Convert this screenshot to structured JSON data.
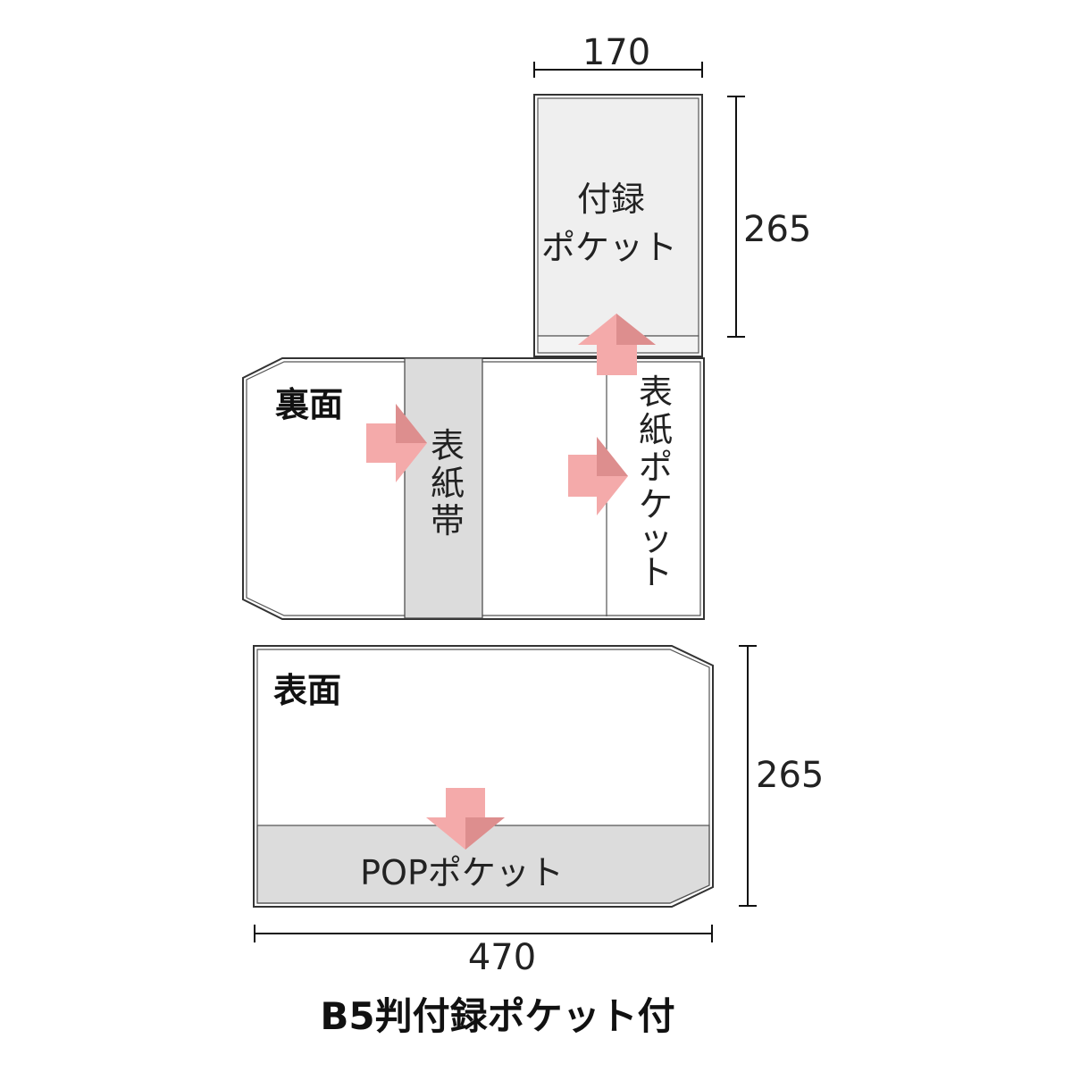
{
  "dimensions": {
    "pocket_width": "170",
    "pocket_height": "265",
    "cover_height": "265",
    "cover_width": "470"
  },
  "labels": {
    "furoku_pocket_line1": "付録",
    "furoku_pocket_line2": "ポケット",
    "back_side": "裏面",
    "cover_band_chars": [
      "表",
      "紙",
      "帯"
    ],
    "cover_pocket_chars": [
      "表",
      "紙",
      "ポ",
      "ケ",
      "ッ",
      "ト"
    ],
    "front_side": "表面",
    "pop_pocket": "POPポケット"
  },
  "title": "B5判付録ポケット付",
  "colors": {
    "arrow": "#f4aaaa",
    "arrow_shade": "#dd8e8e",
    "band_fill": "#dcdcdc",
    "pocket_fill": "#efefef"
  }
}
